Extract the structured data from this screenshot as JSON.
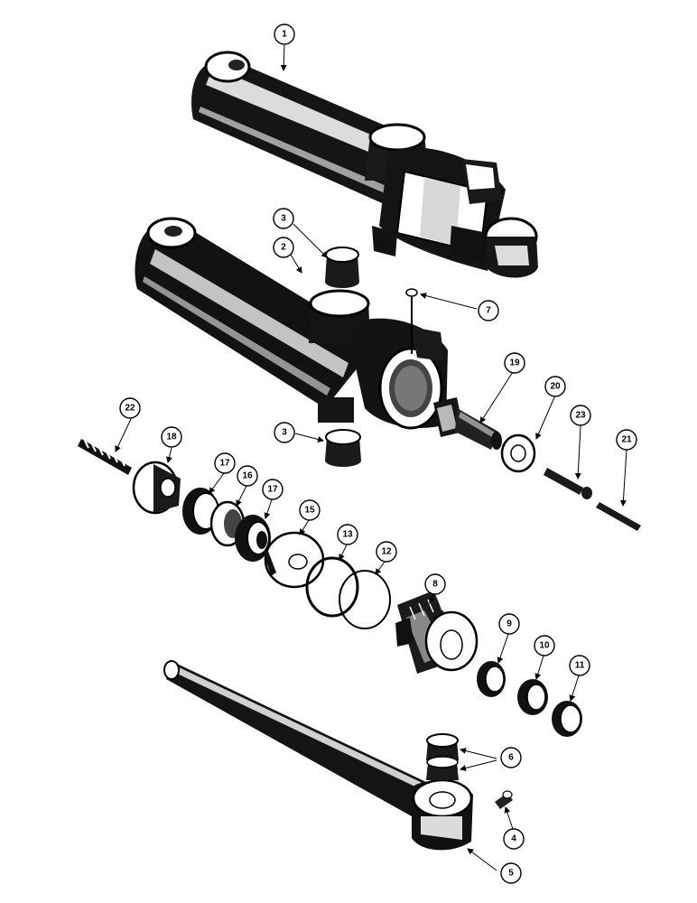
{
  "callouts": {
    "c1": "1",
    "c2": "2",
    "c3a": "3",
    "c3b": "3",
    "c4": "4",
    "c5": "5",
    "c6": "6",
    "c7": "7",
    "c8": "8",
    "c9": "9",
    "c10": "10",
    "c11": "11",
    "c12": "12",
    "c13": "13",
    "c15": "15",
    "c16": "16",
    "c17a": "17",
    "c17b": "17",
    "c18": "18",
    "c19": "19",
    "c20": "20",
    "c21": "21",
    "c22": "22",
    "c23": "23"
  }
}
